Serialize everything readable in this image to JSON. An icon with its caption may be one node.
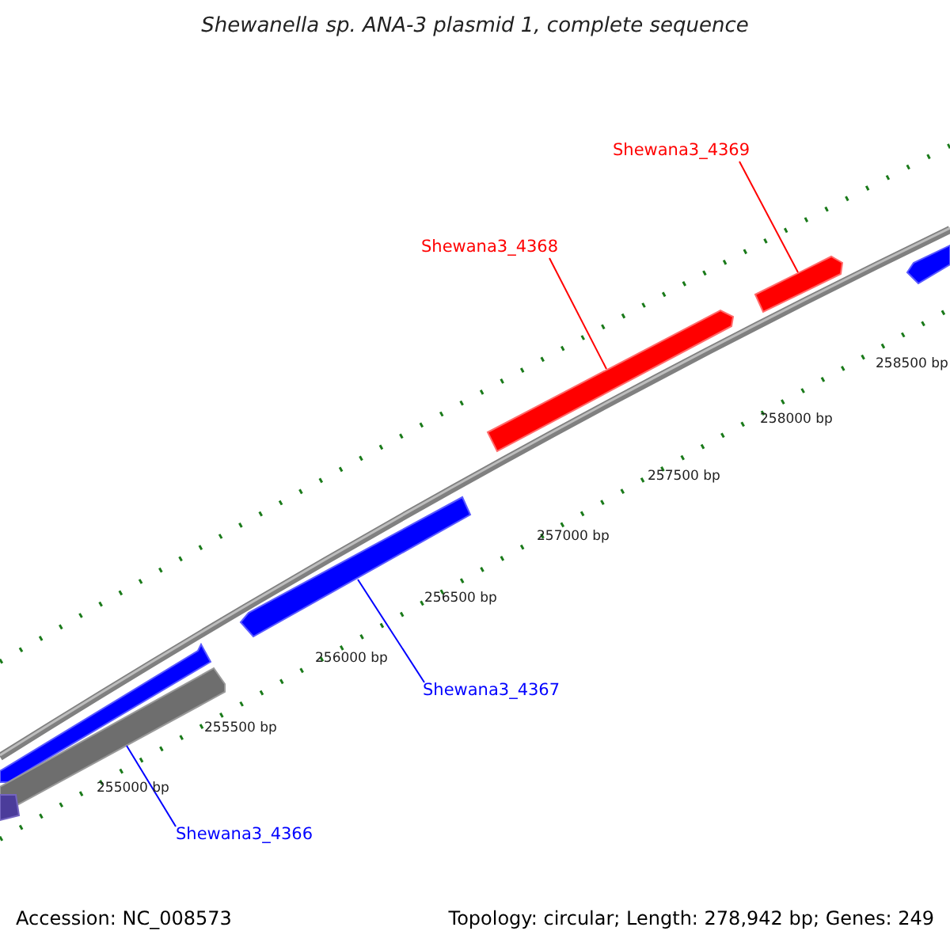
{
  "diagram": {
    "title": "Shewanella sp. ANA-3 plasmid 1, complete sequence",
    "nodes": [
      {
        "text": [
          "Shewana3_4369"
        ]
      },
      {
        "text": [
          "Shewana3_4368"
        ]
      },
      {
        "text": [],
        "shape": "bar"
      },
      {
        "text": [],
        "shape": "bar"
      },
      {
        "text": [],
        "shape": "bar"
      },
      {
        "text": [],
        "shape": "bar"
      },
      {
        "text": [
          "Shewana3_4367"
        ]
      },
      {
        "text": [],
        "shape": "bar"
      },
      {
        "text": [],
        "shape": "bar"
      },
      {
        "text": [],
        "shape": "bar"
      },
      {
        "text": [
          "Shewana3_4366"
        ]
      }
    ],
    "edges": [
      {
        "from": 0,
        "to": 2,
        "arrow": "none",
        "color": "#ff0000"
      },
      {
        "from": 1,
        "to": 4,
        "arrow": "none",
        "color": "#ff0000"
      },
      {
        "from": 6,
        "to": 5,
        "arrow": "none",
        "color": "#0000ff"
      },
      {
        "from": 10,
        "to": 8,
        "arrow": "none",
        "color": "#0000ff"
      }
    ],
    "labels": [
      "255000 bp",
      "255500 bp",
      "256000 bp",
      "256500 bp",
      "257000 bp",
      "257500 bp",
      "258000 bp",
      "258500 bp",
      "Accession: NC_008573",
      "Topology: circular; Length: 278,942 bp; Genes: 249"
    ]
  }
}
